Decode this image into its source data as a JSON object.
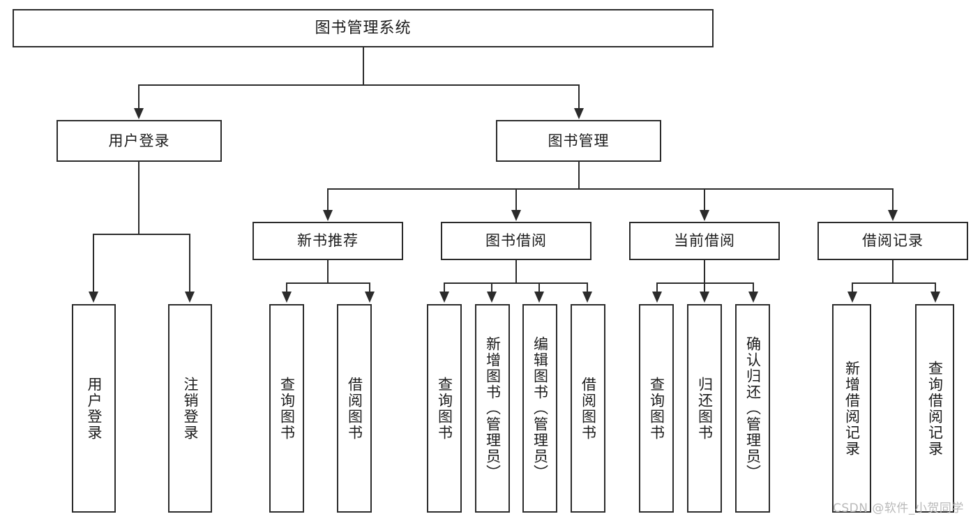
{
  "diagram": {
    "title": "图书管理系统",
    "type": "hierarchy-tree",
    "root": {
      "label": "图书管理系统"
    },
    "level2": [
      {
        "label": "用户登录"
      },
      {
        "label": "图书管理"
      }
    ],
    "level3": [
      {
        "label": "新书推荐"
      },
      {
        "label": "图书借阅"
      },
      {
        "label": "当前借阅"
      },
      {
        "label": "借阅记录"
      }
    ],
    "leaves": {
      "user_login": [
        {
          "label": "用户登录"
        },
        {
          "label": "注销登录"
        }
      ],
      "new_book_recommend": [
        {
          "label": "查询图书"
        },
        {
          "label": "借阅图书"
        }
      ],
      "book_borrow": [
        {
          "label": "查询图书"
        },
        {
          "label": "新增图书（管理员）"
        },
        {
          "label": "编辑图书（管理员）"
        },
        {
          "label": "借阅图书"
        }
      ],
      "current_borrow": [
        {
          "label": "查询图书"
        },
        {
          "label": "归还图书"
        },
        {
          "label": "确认归还（管理员）"
        }
      ],
      "borrow_records": [
        {
          "label": "新增借阅记录"
        },
        {
          "label": "查询借阅记录"
        }
      ]
    }
  },
  "watermark": {
    "text": "CSDN @软件_小贺同学"
  },
  "colors": {
    "stroke": "#2b2b2b",
    "background": "#ffffff",
    "text": "#1b1b1b",
    "watermark": "#b9b9b9"
  }
}
